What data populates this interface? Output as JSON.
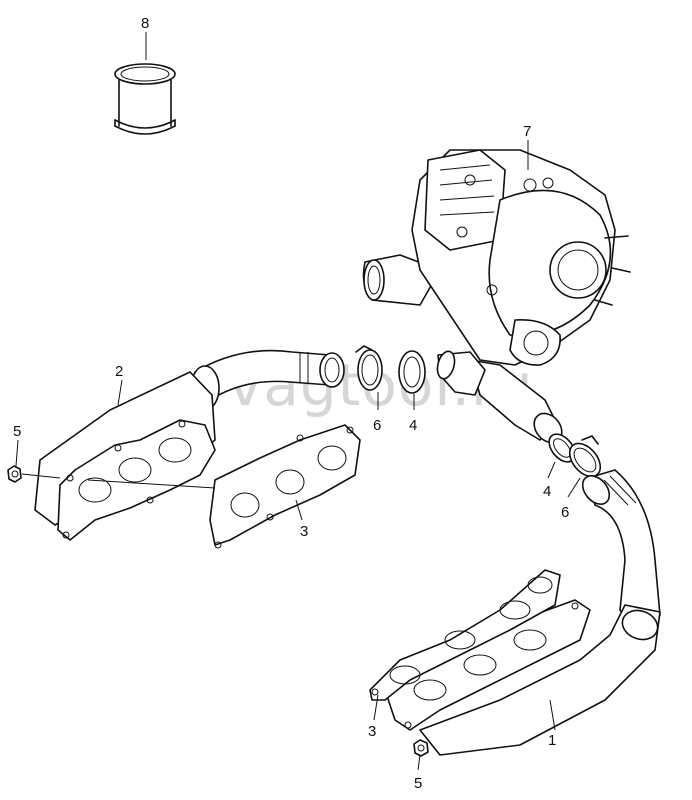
{
  "watermark": "vagtool.ru",
  "callouts": {
    "c8": "8",
    "c7": "7",
    "c2": "2",
    "c6_upper": "6",
    "c4_upper": "4",
    "c5_left": "5",
    "c3_left": "3",
    "c4_lower": "4",
    "c6_lower": "6",
    "c1": "1",
    "c3_right": "3",
    "c5_bottom": "5"
  }
}
